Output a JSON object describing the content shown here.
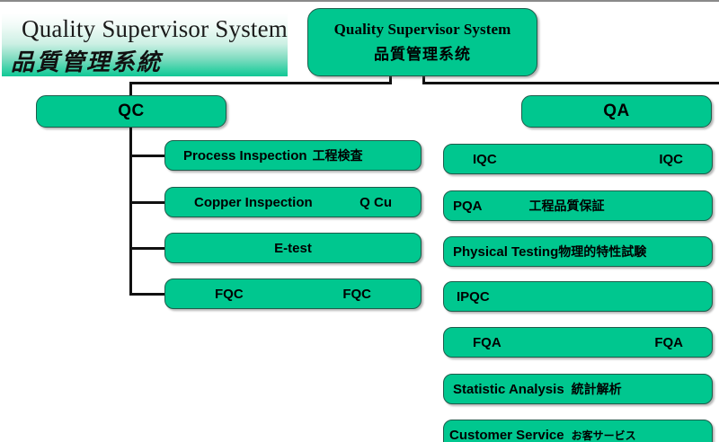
{
  "slide": {
    "title_en": "Quality Supervisor System",
    "title_cn": "品質管理系統"
  },
  "root": {
    "label_en": "Quality Supervisor System",
    "label_cn": "品質管理系统"
  },
  "branches": {
    "qc": {
      "label": "QC"
    },
    "qa": {
      "label": "QA"
    }
  },
  "qc_children": [
    {
      "name": "process-inspection",
      "en": "Process Inspection",
      "cn": "工程検査",
      "layout": "flow"
    },
    {
      "name": "copper-inspection",
      "en": "Copper Inspection",
      "cn": "Q Cu",
      "layout": "split"
    },
    {
      "name": "e-test",
      "en": "E-test",
      "cn": "",
      "layout": "center"
    },
    {
      "name": "fqc",
      "en": "FQC",
      "cn": "FQC",
      "layout": "split"
    }
  ],
  "qa_children": [
    {
      "name": "iqc",
      "en": "IQC",
      "cn": "IQC",
      "layout": "split"
    },
    {
      "name": "pqa",
      "en": "PQA",
      "cn": "工程品質保証",
      "layout": "split"
    },
    {
      "name": "physical-testing",
      "en": "Physical Testing",
      "cn": "物理的特性試験",
      "layout": "flow"
    },
    {
      "name": "ipqc",
      "en": "IPQC",
      "cn": "",
      "layout": "flow"
    },
    {
      "name": "fqa",
      "en": "FQA",
      "cn": "FQA",
      "layout": "split"
    },
    {
      "name": "statistic-analysis",
      "en": "Statistic Analysis",
      "cn": "統計解析",
      "layout": "flow"
    },
    {
      "name": "customer-service",
      "en": "Customer Service",
      "cn": "お客サービス",
      "layout": "flow"
    }
  ],
  "colors": {
    "node_fill": "#00c78f",
    "node_border": "#1f5c4b",
    "connector": "#111111",
    "banner_green": "#12c795",
    "text": "#000000"
  }
}
